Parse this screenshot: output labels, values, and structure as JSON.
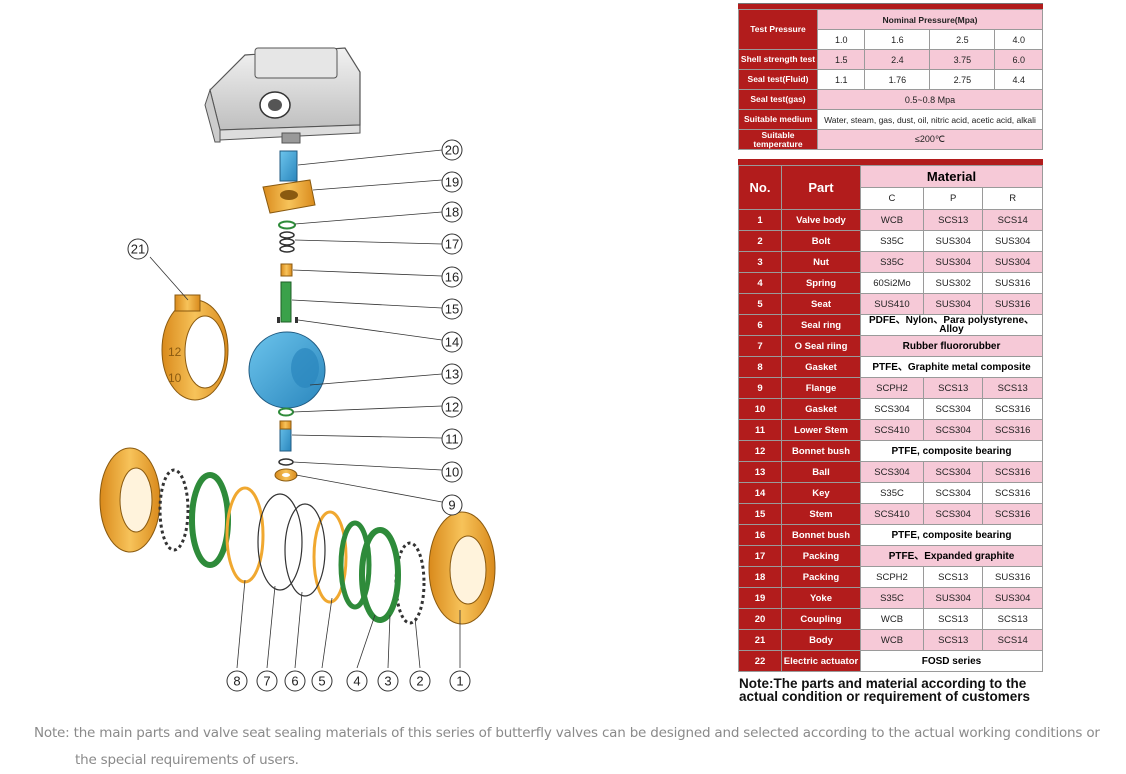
{
  "test_table": {
    "test_pressure_label": "Test Pressure",
    "nominal_pressure_label": "Nominal Pressure(Mpa)",
    "pressures": [
      "1.0",
      "1.6",
      "2.5",
      "4.0"
    ],
    "shell_label": "Shell strength test",
    "shell_values": [
      "1.5",
      "2.4",
      "3.75",
      "6.0"
    ],
    "seal_fluid_label": "Seal test(Fluid)",
    "seal_fluid_values": [
      "1.1",
      "1.76",
      "2.75",
      "4.4"
    ],
    "seal_gas_label": "Seal test(gas)",
    "seal_gas_value": "0.5~0.8 Mpa",
    "medium_label": "Suitable medium",
    "medium_value": "Water, steam, gas, dust, oil, nitric acid, acetic acid, alkali",
    "temp_label": "Suitable temperature",
    "temp_value": "≤200℃"
  },
  "material_table": {
    "no_header": "No.",
    "part_header": "Part",
    "material_header": "Material",
    "grades": [
      "C",
      "P",
      "R"
    ],
    "rows": [
      {
        "no": "1",
        "part": "Valve body",
        "c": "WCB",
        "p": "SCS13",
        "r": "SCS14"
      },
      {
        "no": "2",
        "part": "Bolt",
        "c": "S35C",
        "p": "SUS304",
        "r": "SUS304"
      },
      {
        "no": "3",
        "part": "Nut",
        "c": "S35C",
        "p": "SUS304",
        "r": "SUS304"
      },
      {
        "no": "4",
        "part": "Spring",
        "c": "60Si2Mo",
        "p": "SUS302",
        "r": "SUS316"
      },
      {
        "no": "5",
        "part": "Seat",
        "c": "SUS410",
        "p": "SUS304",
        "r": "SUS316"
      },
      {
        "no": "6",
        "part": "Seal ring",
        "span": "PDFE、Nylon、Para polystyrene、Alloy"
      },
      {
        "no": "7",
        "part": "O Seal riing",
        "span": "Rubber fluororubber"
      },
      {
        "no": "8",
        "part": "Gasket",
        "span": "PTFE、Graphite metal composite"
      },
      {
        "no": "9",
        "part": "Flange",
        "c": "SCPH2",
        "p": "SCS13",
        "r": "SCS13"
      },
      {
        "no": "10",
        "part": "Gasket",
        "c": "SCS304",
        "p": "SCS304",
        "r": "SCS316"
      },
      {
        "no": "11",
        "part": "Lower Stem",
        "c": "SCS410",
        "p": "SCS304",
        "r": "SCS316"
      },
      {
        "no": "12",
        "part": "Bonnet bush",
        "span": "PTFE, composite bearing"
      },
      {
        "no": "13",
        "part": "Ball",
        "c": "SCS304",
        "p": "SCS304",
        "r": "SCS316"
      },
      {
        "no": "14",
        "part": "Key",
        "c": "S35C",
        "p": "SCS304",
        "r": "SCS316"
      },
      {
        "no": "15",
        "part": "Stem",
        "c": "SCS410",
        "p": "SCS304",
        "r": "SCS316"
      },
      {
        "no": "16",
        "part": "Bonnet bush",
        "span": "PTFE, composite bearing"
      },
      {
        "no": "17",
        "part": "Packing",
        "span": "PTFE、Expanded graphite"
      },
      {
        "no": "18",
        "part": "Packing",
        "c": "SCPH2",
        "p": "SCS13",
        "r": "SUS316"
      },
      {
        "no": "19",
        "part": "Yoke",
        "c": "S35C",
        "p": "SUS304",
        "r": "SUS304"
      },
      {
        "no": "20",
        "part": "Coupling",
        "c": "WCB",
        "p": "SCS13",
        "r": "SCS13"
      },
      {
        "no": "21",
        "part": "Body",
        "c": "WCB",
        "p": "SCS13",
        "r": "SCS14"
      },
      {
        "no": "22",
        "part": "Electric actuator",
        "span": "FOSD series"
      }
    ]
  },
  "note_right": "Note:The parts and material according to the actual condition or requirement of customers",
  "note_bottom": {
    "line1": "Note: the main parts and valve seat sealing materials of this series of butterfly valves can be designed and selected according to the actual working conditions or",
    "line2": "the special requirements of users."
  },
  "diagram": {
    "callouts_right": [
      "20",
      "19",
      "18",
      "17",
      "16",
      "15",
      "14",
      "13",
      "12",
      "11",
      "10",
      "9"
    ],
    "callouts_bottom": [
      "8",
      "7",
      "6",
      "5",
      "4",
      "3",
      "2",
      "1"
    ],
    "callout_left": "21",
    "body_labels": [
      "12",
      "10"
    ]
  },
  "colors": {
    "header_red": "#b21c1c",
    "row_pink": "#f6c9d7",
    "part_orange": "#f0a830",
    "ball_blue": "#3aa7d8",
    "seal_green": "#2e8b3a"
  }
}
